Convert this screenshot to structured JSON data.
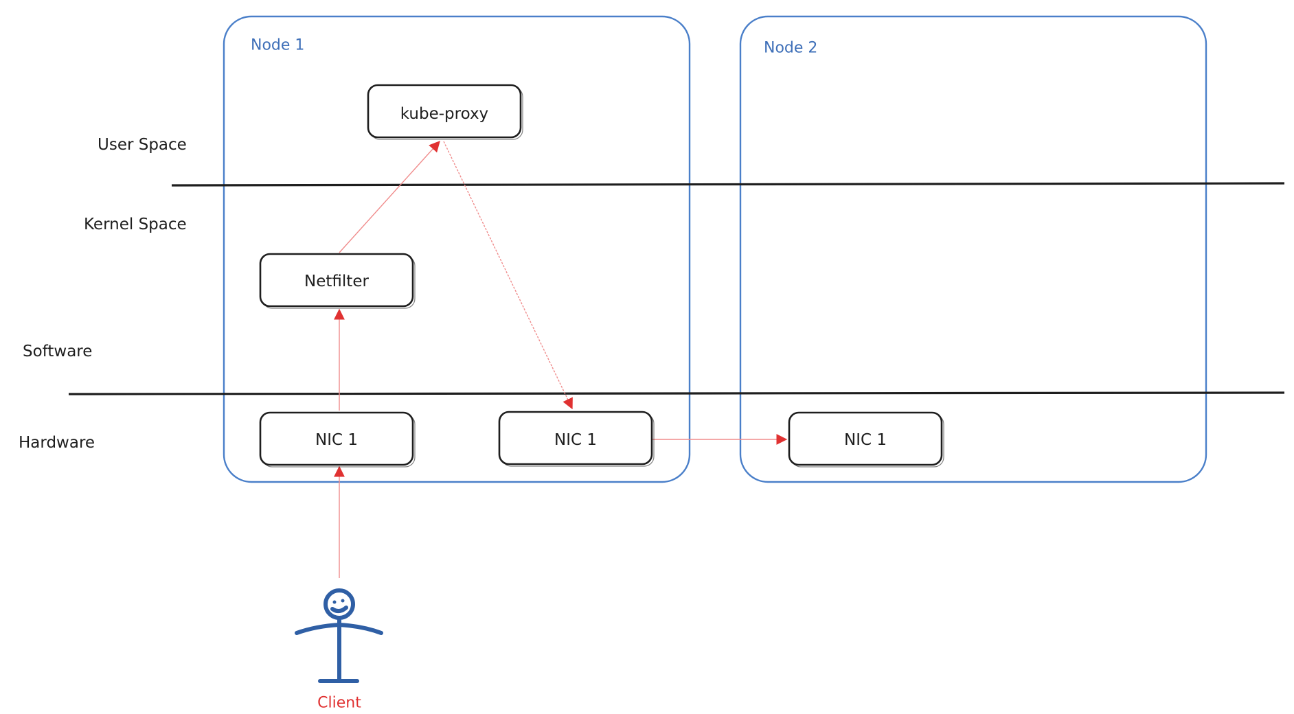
{
  "colors": {
    "node_frame": "#4a7fc9",
    "node_title": "#3e6fb8",
    "arrow": "#e03131",
    "arrow_line": "#f08c8c",
    "box_stroke": "#1e1e1e",
    "client_figure": "#2f5fa5",
    "client_label": "#e03131"
  },
  "layers": {
    "user_space": "User Space",
    "kernel_space": "Kernel Space",
    "software": "Software",
    "hardware": "Hardware"
  },
  "nodes": [
    {
      "title": "Node 1"
    },
    {
      "title": "Node 2"
    }
  ],
  "components": {
    "kube_proxy": "kube-proxy",
    "netfilter": "Netfilter",
    "node1_nic_in": "NIC 1",
    "node1_nic_out": "NIC 1",
    "node2_nic": "NIC 1"
  },
  "client": {
    "label": "Client",
    "icon": "stick-figure-icon"
  }
}
